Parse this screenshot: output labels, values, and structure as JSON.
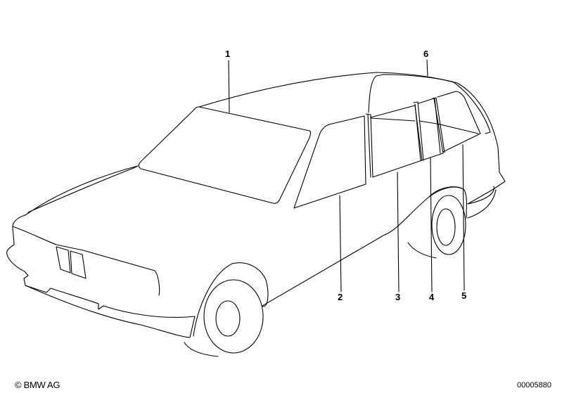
{
  "diagram": {
    "subject": "station wagon vehicle glazing / window parts diagram",
    "callouts": [
      {
        "id": "1",
        "label": "1",
        "part": "windshield"
      },
      {
        "id": "2",
        "label": "2",
        "part": "front door window"
      },
      {
        "id": "3",
        "label": "3",
        "part": "rear door window"
      },
      {
        "id": "4",
        "label": "4",
        "part": "rear door fixed quarter window"
      },
      {
        "id": "5",
        "label": "5",
        "part": "side rear window"
      },
      {
        "id": "6",
        "label": "6",
        "part": "roof / rear window trim"
      }
    ]
  },
  "footer": {
    "copyright": "© BMW AG",
    "drawing_number": "00005880"
  },
  "colors": {
    "background": "#ffffff",
    "line": "#000000"
  }
}
